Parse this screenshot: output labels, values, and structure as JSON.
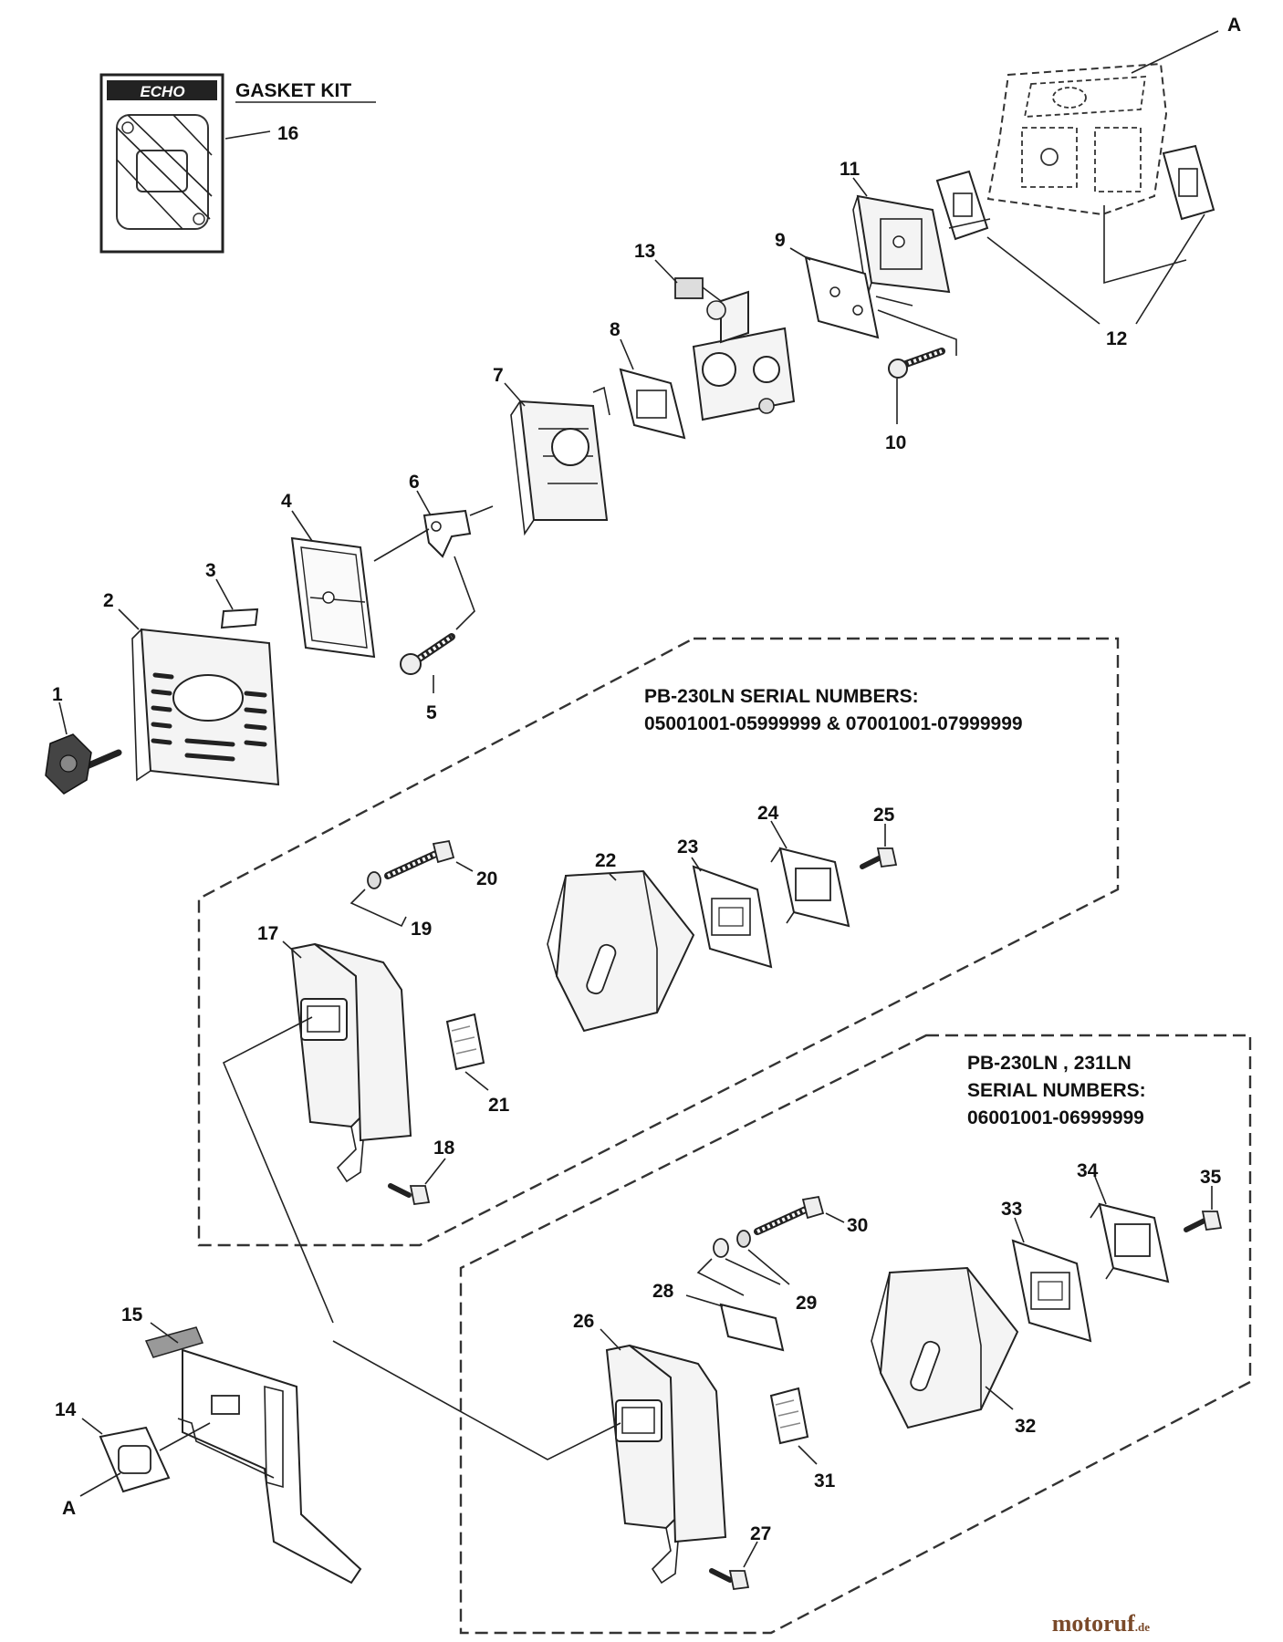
{
  "kit": {
    "title": "GASKET KIT",
    "brand": "ECHO"
  },
  "group1": {
    "line1": "PB-230LN SERIAL NUMBERS:",
    "line2": "05001001-05999999 & 07001001-07999999"
  },
  "group2": {
    "line1": "PB-230LN , 231LN",
    "line2": "SERIAL NUMBERS:",
    "line3": "06001001-06999999"
  },
  "callouts": {
    "n1": "1",
    "n2": "2",
    "n3": "3",
    "n4": "4",
    "n5": "5",
    "n6": "6",
    "n7": "7",
    "n8": "8",
    "n9": "9",
    "n10": "10",
    "n11": "11",
    "n12": "12",
    "n13": "13",
    "n14": "14",
    "n15": "15",
    "n16": "16",
    "n17": "17",
    "n18": "18",
    "n19": "19",
    "n20": "20",
    "n21": "21",
    "n22": "22",
    "n23": "23",
    "n24": "24",
    "n25": "25",
    "n26": "26",
    "n27": "27",
    "n28": "28",
    "n29": "29",
    "n30": "30",
    "n31": "31",
    "n32": "32",
    "n33": "33",
    "n34": "34",
    "n35": "35",
    "refA_top": "A",
    "refA_bottom": "A"
  },
  "watermark": {
    "main": "motoruf",
    "suffix": ".de"
  }
}
